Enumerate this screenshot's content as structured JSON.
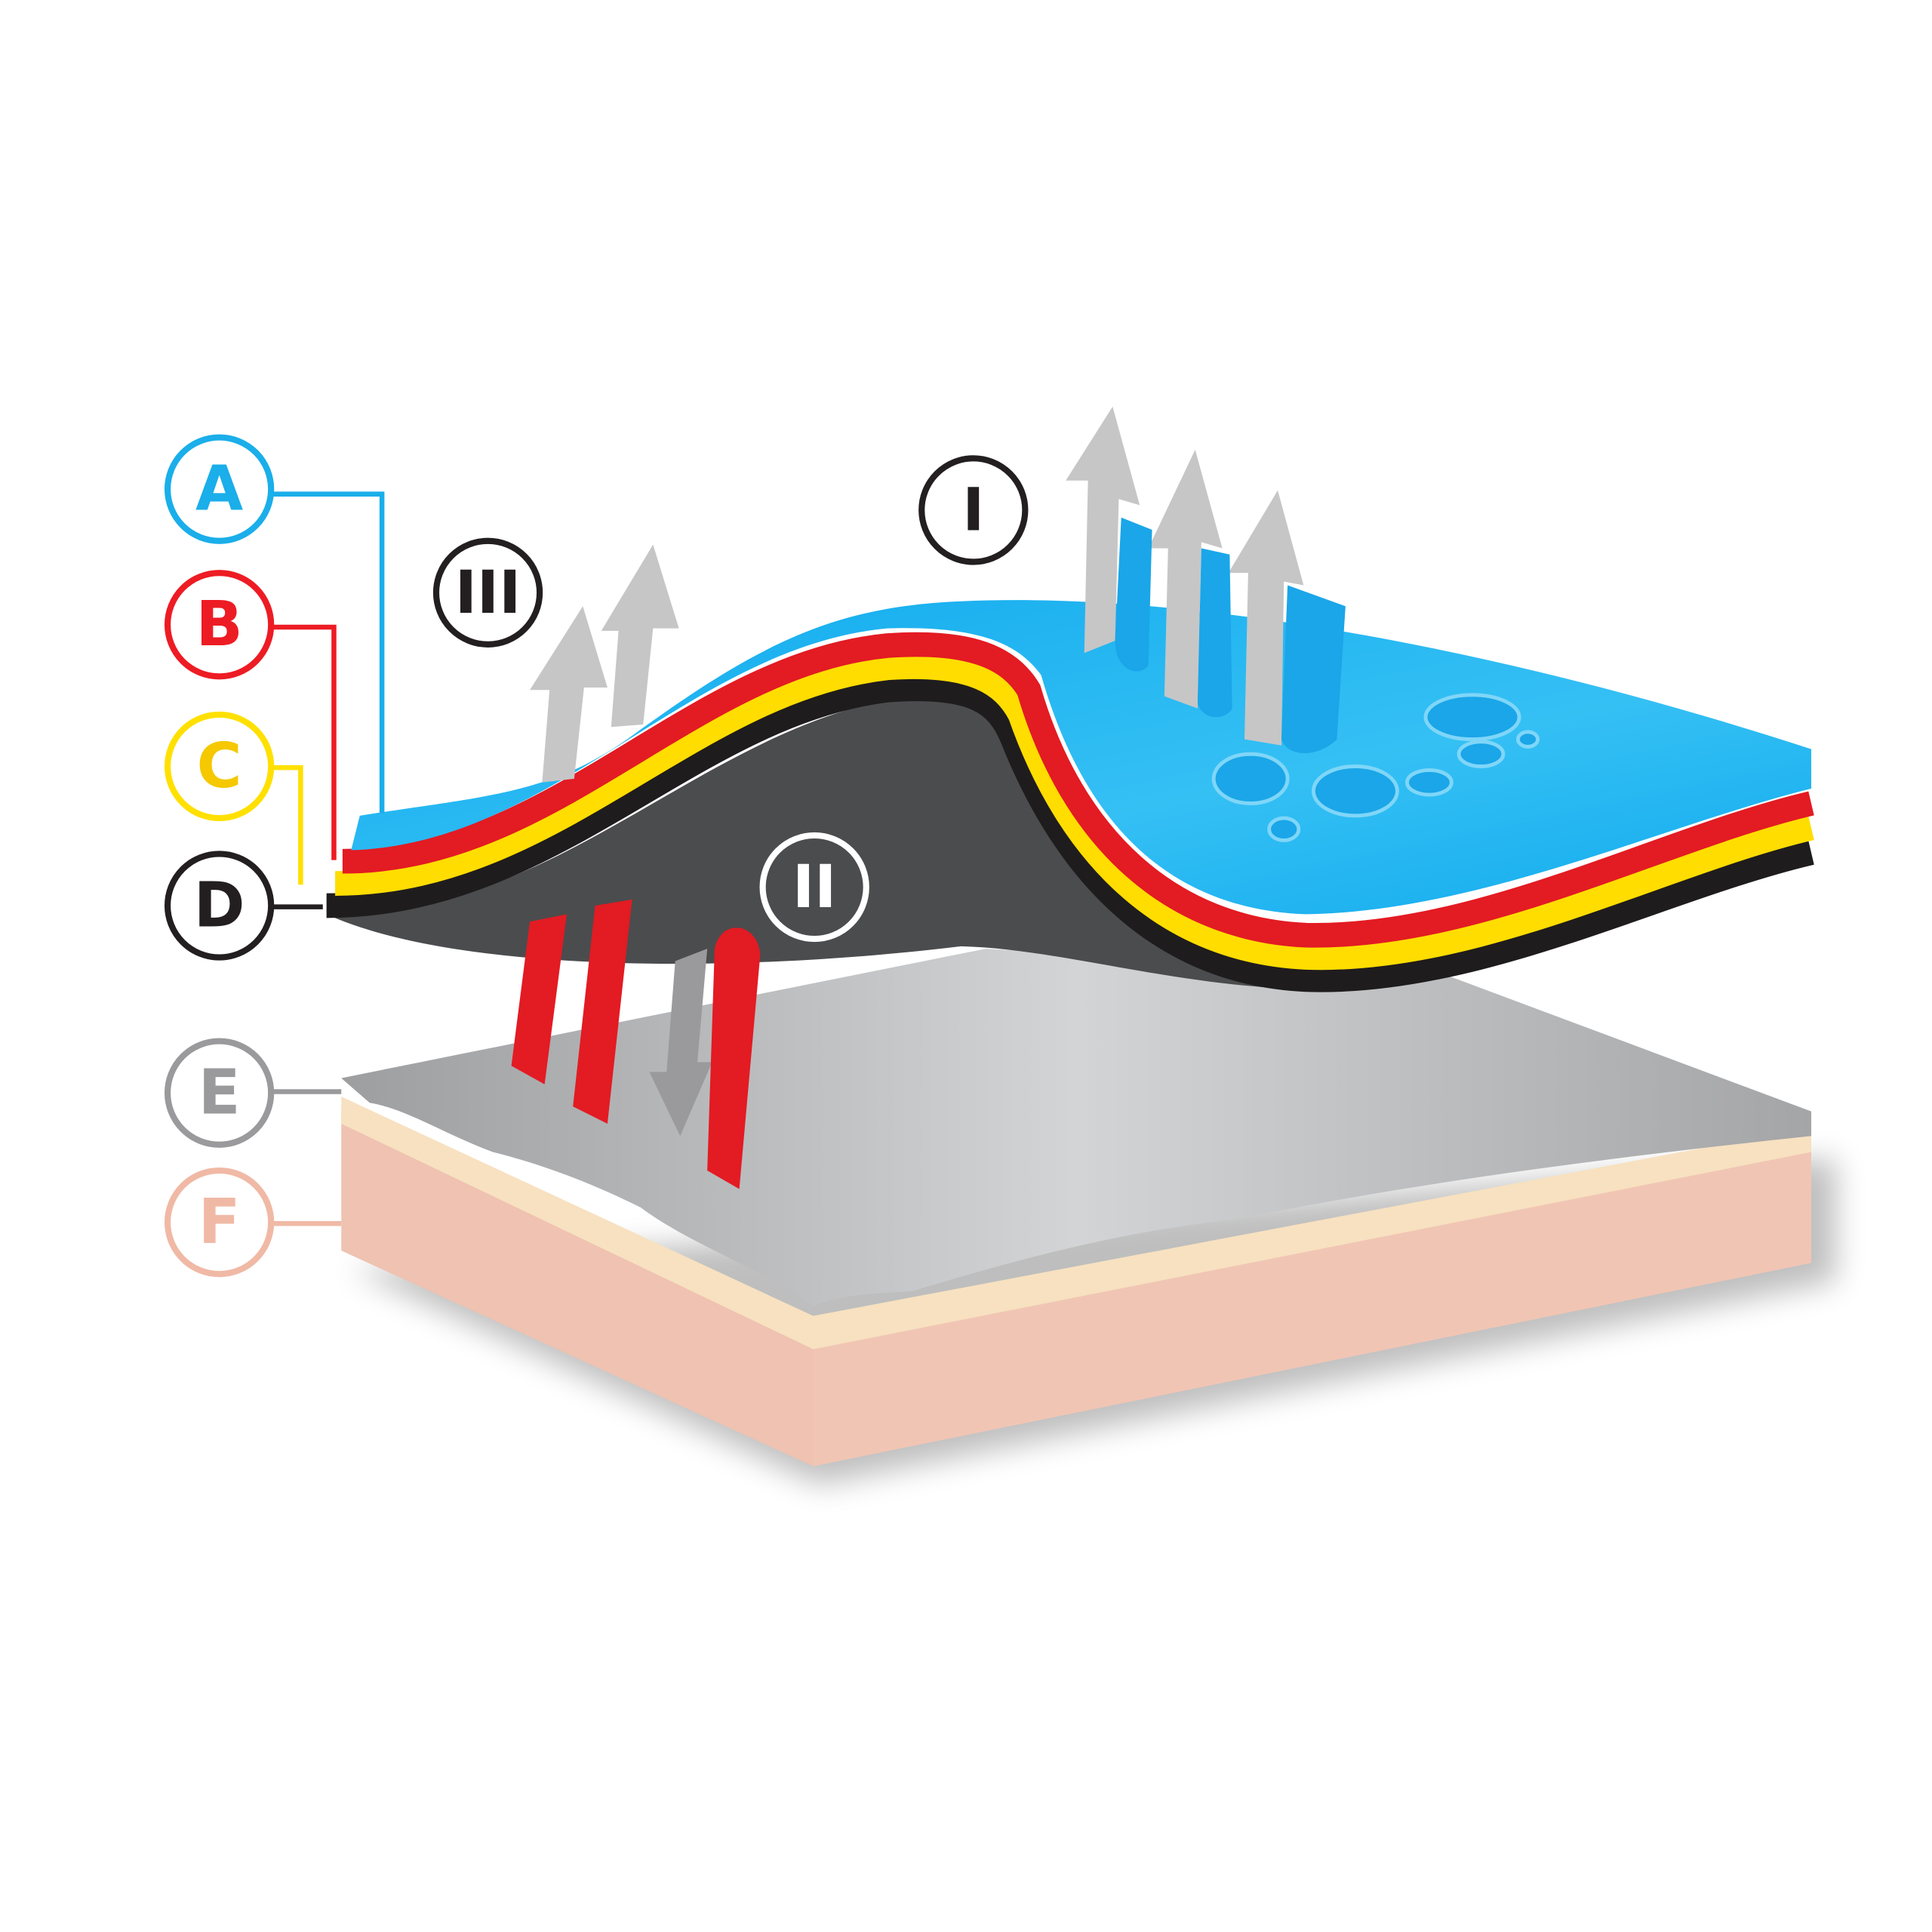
{
  "layer_labels": [
    {
      "letter": "A",
      "color": "#1aaeea"
    },
    {
      "letter": "B",
      "color": "#ed1c24"
    },
    {
      "letter": "C",
      "color": "#ffe000"
    },
    {
      "letter": "D",
      "color": "#231f20"
    },
    {
      "letter": "E",
      "color": "#9a9a9c"
    },
    {
      "letter": "F",
      "color": "#f0b9a5"
    }
  ],
  "process_labels": {
    "one": "I",
    "two": "II",
    "three": "III"
  },
  "colors": {
    "blue": "#12aef0",
    "red": "#e31b23",
    "yellow": "#ffdd00",
    "black": "#1f1c1d",
    "dark_gray": "#4b4c4e",
    "skin_gray": "#bdbec0",
    "cream": "#f7e1c0",
    "skin": "#f0c3b2",
    "arrow_gray": "#c6c6c7"
  }
}
